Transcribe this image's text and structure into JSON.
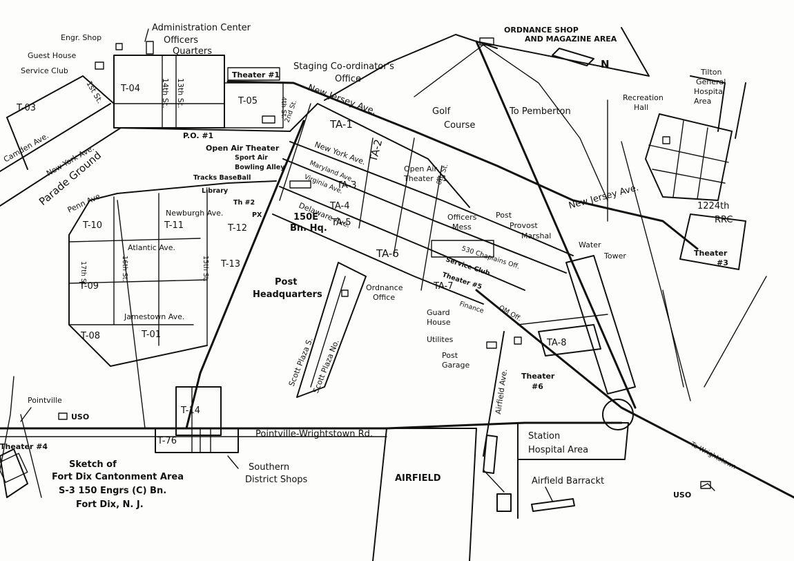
{
  "map": {
    "title": [
      "Sketch of",
      "Fort Dix Cantonment Area",
      "S-3 150 Engrs (C) Bn.",
      "Fort Dix, N. J."
    ],
    "north": "N",
    "labels": {
      "ordnance_shop": [
        "ORDNANCE SHOP",
        "AND MAGAZINE AREA"
      ],
      "admin_center": "Administration Center",
      "officers_quarters": [
        "Officers",
        "Quarters"
      ],
      "engr_shop": "Engr. Shop",
      "guest_house": "Guest House",
      "service_club": "Service Club",
      "staging_office": [
        "Staging Co-ordinator's",
        "Office"
      ],
      "theater_1": "Theater #1",
      "to_pemberton": "To Pemberton",
      "golf_course": [
        "Golf",
        "Course"
      ],
      "tilton": [
        "Tilton",
        "General",
        "Hospital",
        "Area"
      ],
      "recreation_hall": [
        "Recreation",
        "Hall"
      ],
      "rrc": [
        "1224th",
        "RRC"
      ],
      "theater_3": [
        "Theater",
        "#3"
      ],
      "water_tower": [
        "Water",
        "Tower"
      ],
      "post_provost": [
        "Post",
        "Provost",
        "Marshal"
      ],
      "officers_mess": [
        "Officers",
        "Mess"
      ],
      "chaplains_off": "530 Chaplains Off.",
      "service_club_2": "Service Club",
      "theater_5": "Theater #5",
      "finance": "Finance",
      "qm_office": "QM Off.",
      "guard_house": [
        "Guard",
        "House"
      ],
      "utilities": "Utilites",
      "post_garage": [
        "Post",
        "Garage"
      ],
      "theater_6": [
        "Theater",
        "#6"
      ],
      "ordnance_office": [
        "Ordnance",
        "Office"
      ],
      "post_hq": [
        "Post",
        "Headquarters"
      ],
      "bn_hq": [
        "150E",
        "Bn. Hq."
      ],
      "open_air_theater": "Open Air Theater",
      "open_air_theater_1": [
        "Open Air",
        "Theater #1"
      ],
      "post_office": "P.O. #1",
      "sport_air": "Sport Air",
      "bowling_alley": "Bowling Alley",
      "tracks_baseball": "Tracks BaseBall",
      "library": "Library",
      "theater_2": "Th #2",
      "px": "PX",
      "parade_ground": "Parade Ground",
      "pointville": "Pointville",
      "uso": "USO",
      "theater_4": "Theater #4",
      "southern_shops": [
        "Southern",
        "District Shops"
      ],
      "airfield": "AIRFIELD",
      "airfield_barracks": "Airfield Barrackt",
      "station_hospital": [
        "Station",
        "Hospital Area"
      ],
      "to_wrightstown": "To Wrightstown"
    },
    "streets": {
      "new_jersey_ave": "New Jersey Ave.",
      "new_jersey_ave_2": "New Jersey Ave.",
      "new_york_ave": "New York Ave.",
      "new_york_ave_2": "New York Ave.",
      "delaware_ave": "Delaware Ave.",
      "maryland": "Maryland Ave.",
      "virginia": "Virginia Ave.",
      "penn_ave": "Penn Ave.",
      "newburgh": "Newburgh Ave.",
      "atlantic": "Atlantic Ave.",
      "jamestown": "Jamestown Ave.",
      "camden": "Camden Ave.",
      "pointville_rd": "Pointville-Wrightstown Rd.",
      "scott_plaza_s": "Scott Plaza S.",
      "scott_plaza_n": "Scott Plaza No.",
      "airfield_ave": "Airfield Ave.",
      "first_st": "1st St.",
      "second_st": "2nd St.",
      "fourth_st": "4th St.",
      "eighth_st": "8th St.",
      "thirteenth_st": "13th St.",
      "fourteenth_st": "14th St.",
      "fifteenth_st": "15th St.",
      "sixteenth_st": "16th St.",
      "seventeenth_st": "17th St."
    },
    "areas": {
      "t03": "T-03",
      "t04": "T-04",
      "t05": "T-05",
      "t08": "T-08",
      "t09": "T-09",
      "t10": "T-10",
      "t11": "T-11",
      "t12": "T-12",
      "t13": "T-13",
      "t14": "T-14",
      "t76": "T-76",
      "t01": "T-01",
      "ta1": "TA-1",
      "ta2": "TA-2",
      "ta3": "TA-3",
      "ta4": "TA-4",
      "ta5": "TA-5",
      "ta6": "TA-6",
      "ta7": "TA-7",
      "ta8": "TA-8"
    }
  }
}
